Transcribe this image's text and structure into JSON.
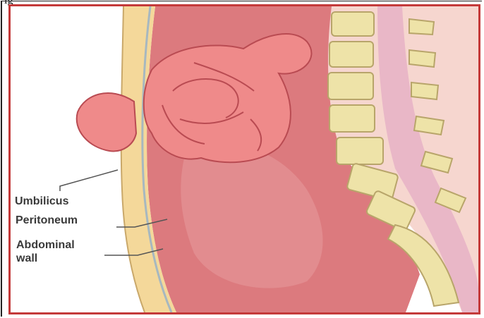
{
  "caption_fragment": "ig",
  "labels": {
    "umbilicus": "Umbilicus",
    "peritoneum": "Peritoneum",
    "abdominal_wall_line1": "Abdominal",
    "abdominal_wall_line2": "wall"
  },
  "colors": {
    "frame": "#c43a3a",
    "intestine": "#ef8a8a",
    "cavity": "#dc7a7e",
    "wall": "#f4d89a",
    "spine": "#eee3a8",
    "skin": "#f6d6cf"
  }
}
